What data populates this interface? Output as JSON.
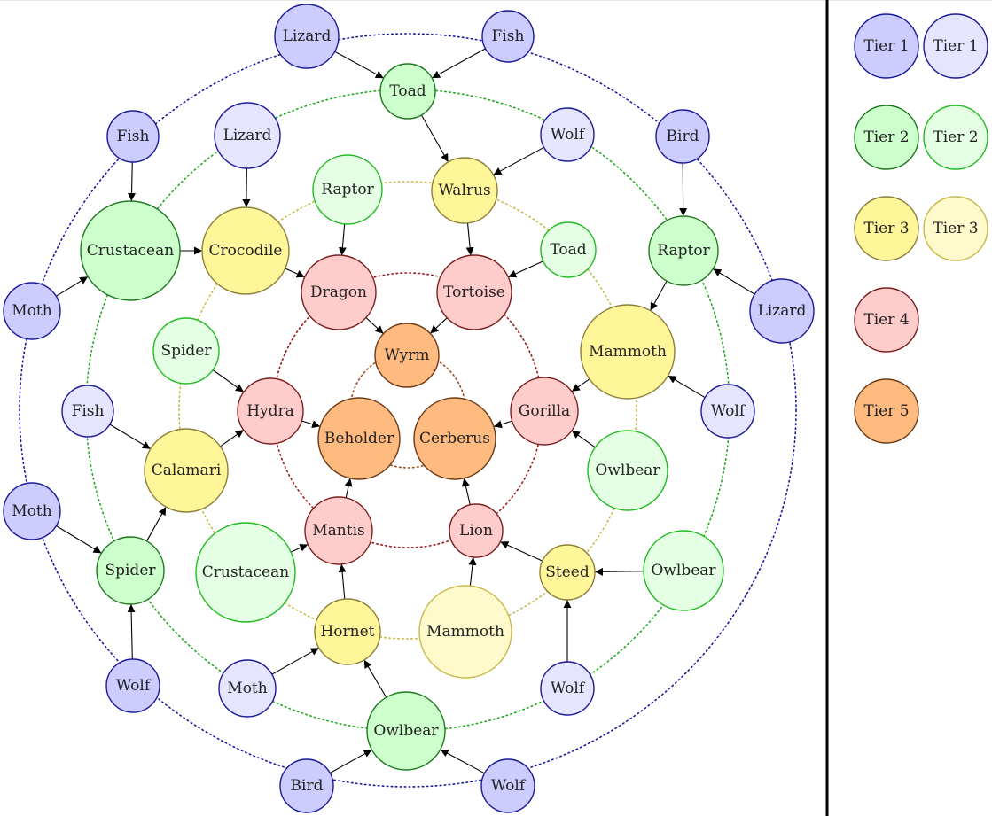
{
  "tier_colors": {
    "1": {
      "fill": "#ccccff",
      "stroke": "#1a1a99"
    },
    "2": {
      "fill": "#ccffcc",
      "stroke": "#1e7a1e"
    },
    "3": {
      "fill": "#fff599",
      "stroke": "#8c7f3a"
    },
    "4": {
      "fill": "#ffcccc",
      "stroke": "#7a1f1f"
    },
    "5": {
      "fill": "#ffbb7f",
      "stroke": "#6b3a17"
    },
    "1_light": {
      "fill": "#e5e5ff",
      "stroke": "#1a1a99"
    },
    "2_light": {
      "fill": "#e5ffe5",
      "stroke": "#22bb22"
    },
    "3_light": {
      "fill": "#fffacc",
      "stroke": "#c9b84a"
    }
  },
  "ring_colors": {
    "outer": "#1a1aa0",
    "tier2": "#22aa22",
    "tier3": "#c9b84a",
    "tier4": "#a01a1a",
    "inner": "#a04a1a"
  },
  "nodes": [
    {
      "id": "beholder",
      "label": "Beholder",
      "tier": "5"
    },
    {
      "id": "cerberus",
      "label": "Cerberus",
      "tier": "5"
    },
    {
      "id": "wyrm",
      "label": "Wyrm",
      "tier": "5"
    },
    {
      "id": "dragon",
      "label": "Dragon",
      "tier": "4"
    },
    {
      "id": "tortoise",
      "label": "Tortoise",
      "tier": "4"
    },
    {
      "id": "hydra",
      "label": "Hydra",
      "tier": "4"
    },
    {
      "id": "gorilla",
      "label": "Gorilla",
      "tier": "4"
    },
    {
      "id": "mantis",
      "label": "Mantis",
      "tier": "4"
    },
    {
      "id": "lion",
      "label": "Lion",
      "tier": "4"
    },
    {
      "id": "walrus",
      "label": "Walrus",
      "tier": "3"
    },
    {
      "id": "crocodile",
      "label": "Crocodile",
      "tier": "3"
    },
    {
      "id": "mammoth3",
      "label": "Mammoth",
      "tier": "3"
    },
    {
      "id": "calamari",
      "label": "Calamari",
      "tier": "3"
    },
    {
      "id": "steed",
      "label": "Steed",
      "tier": "3"
    },
    {
      "id": "hornet",
      "label": "Hornet",
      "tier": "3"
    },
    {
      "id": "mammoth3l",
      "label": "Mammoth",
      "tier": "3_light"
    },
    {
      "id": "raptor2l",
      "label": "Raptor",
      "tier": "2_light"
    },
    {
      "id": "toad2l",
      "label": "Toad",
      "tier": "2_light"
    },
    {
      "id": "spider2l",
      "label": "Spider",
      "tier": "2_light"
    },
    {
      "id": "owlbear2l_a",
      "label": "Owlbear",
      "tier": "2_light"
    },
    {
      "id": "crustacean2l",
      "label": "Crustacean",
      "tier": "2_light"
    },
    {
      "id": "owlbear2l_b",
      "label": "Owlbear",
      "tier": "2_light"
    },
    {
      "id": "toad2",
      "label": "Toad",
      "tier": "2"
    },
    {
      "id": "crustacean2",
      "label": "Crustacean",
      "tier": "2"
    },
    {
      "id": "raptor2",
      "label": "Raptor",
      "tier": "2"
    },
    {
      "id": "spider2",
      "label": "Spider",
      "tier": "2"
    },
    {
      "id": "owlbear2",
      "label": "Owlbear",
      "tier": "2"
    },
    {
      "id": "lizard1l",
      "label": "Lizard",
      "tier": "1_light"
    },
    {
      "id": "wolf1l_a",
      "label": "Wolf",
      "tier": "1_light"
    },
    {
      "id": "fish1l",
      "label": "Fish",
      "tier": "1_light"
    },
    {
      "id": "wolf1l_b",
      "label": "Wolf",
      "tier": "1_light"
    },
    {
      "id": "moth1l",
      "label": "Moth",
      "tier": "1_light"
    },
    {
      "id": "wolf1l_c",
      "label": "Wolf",
      "tier": "1_light"
    },
    {
      "id": "lizard1_top",
      "label": "Lizard",
      "tier": "1"
    },
    {
      "id": "fish1_top",
      "label": "Fish",
      "tier": "1"
    },
    {
      "id": "fish1_left",
      "label": "Fish",
      "tier": "1"
    },
    {
      "id": "bird1_right",
      "label": "Bird",
      "tier": "1"
    },
    {
      "id": "moth1_left",
      "label": "Moth",
      "tier": "1"
    },
    {
      "id": "lizard1_right",
      "label": "Lizard",
      "tier": "1"
    },
    {
      "id": "moth1_left2",
      "label": "Moth",
      "tier": "1"
    },
    {
      "id": "wolf1_left",
      "label": "Wolf",
      "tier": "1"
    },
    {
      "id": "bird1_bottom",
      "label": "Bird",
      "tier": "1"
    },
    {
      "id": "wolf1_bottom",
      "label": "Wolf",
      "tier": "1"
    }
  ],
  "edges": [
    [
      "lizard1_top",
      "toad2"
    ],
    [
      "fish1_top",
      "toad2"
    ],
    [
      "toad2",
      "walrus"
    ],
    [
      "wolf1l_a",
      "walrus"
    ],
    [
      "fish1_left",
      "crustacean2"
    ],
    [
      "moth1_left",
      "crustacean2"
    ],
    [
      "crustacean2",
      "crocodile"
    ],
    [
      "lizard1l",
      "crocodile"
    ],
    [
      "crocodile",
      "dragon"
    ],
    [
      "raptor2l",
      "dragon"
    ],
    [
      "walrus",
      "tortoise"
    ],
    [
      "toad2l",
      "tortoise"
    ],
    [
      "dragon",
      "wyrm"
    ],
    [
      "tortoise",
      "wyrm"
    ],
    [
      "bird1_right",
      "raptor2"
    ],
    [
      "lizard1_right",
      "raptor2"
    ],
    [
      "raptor2",
      "mammoth3"
    ],
    [
      "wolf1l_b",
      "mammoth3"
    ],
    [
      "mammoth3",
      "gorilla"
    ],
    [
      "owlbear2l_a",
      "gorilla"
    ],
    [
      "gorilla",
      "cerberus"
    ],
    [
      "spider2l",
      "hydra"
    ],
    [
      "calamari",
      "hydra"
    ],
    [
      "hydra",
      "beholder"
    ],
    [
      "fish1l",
      "calamari"
    ],
    [
      "spider2",
      "calamari"
    ],
    [
      "moth1_left2",
      "spider2"
    ],
    [
      "wolf1_left",
      "spider2"
    ],
    [
      "crustacean2l",
      "mantis"
    ],
    [
      "hornet",
      "mantis"
    ],
    [
      "mantis",
      "beholder"
    ],
    [
      "moth1l",
      "hornet"
    ],
    [
      "owlbear2",
      "hornet"
    ],
    [
      "bird1_bottom",
      "owlbear2"
    ],
    [
      "wolf1_bottom",
      "owlbear2"
    ],
    [
      "mammoth3l",
      "lion"
    ],
    [
      "steed",
      "lion"
    ],
    [
      "lion",
      "cerberus"
    ],
    [
      "owlbear2l_b",
      "steed"
    ],
    [
      "wolf1l_c",
      "steed"
    ]
  ],
  "legend": [
    {
      "label": "Tier 1",
      "tier": "1"
    },
    {
      "label": "Tier 1",
      "tier": "1_light"
    },
    {
      "label": "Tier 2",
      "tier": "2"
    },
    {
      "label": "Tier 2",
      "tier": "2_light"
    },
    {
      "label": "Tier 3",
      "tier": "3"
    },
    {
      "label": "Tier 3",
      "tier": "3_light"
    },
    {
      "label": "Tier 4",
      "tier": "4"
    },
    {
      "label": "Tier 5",
      "tier": "5"
    }
  ]
}
